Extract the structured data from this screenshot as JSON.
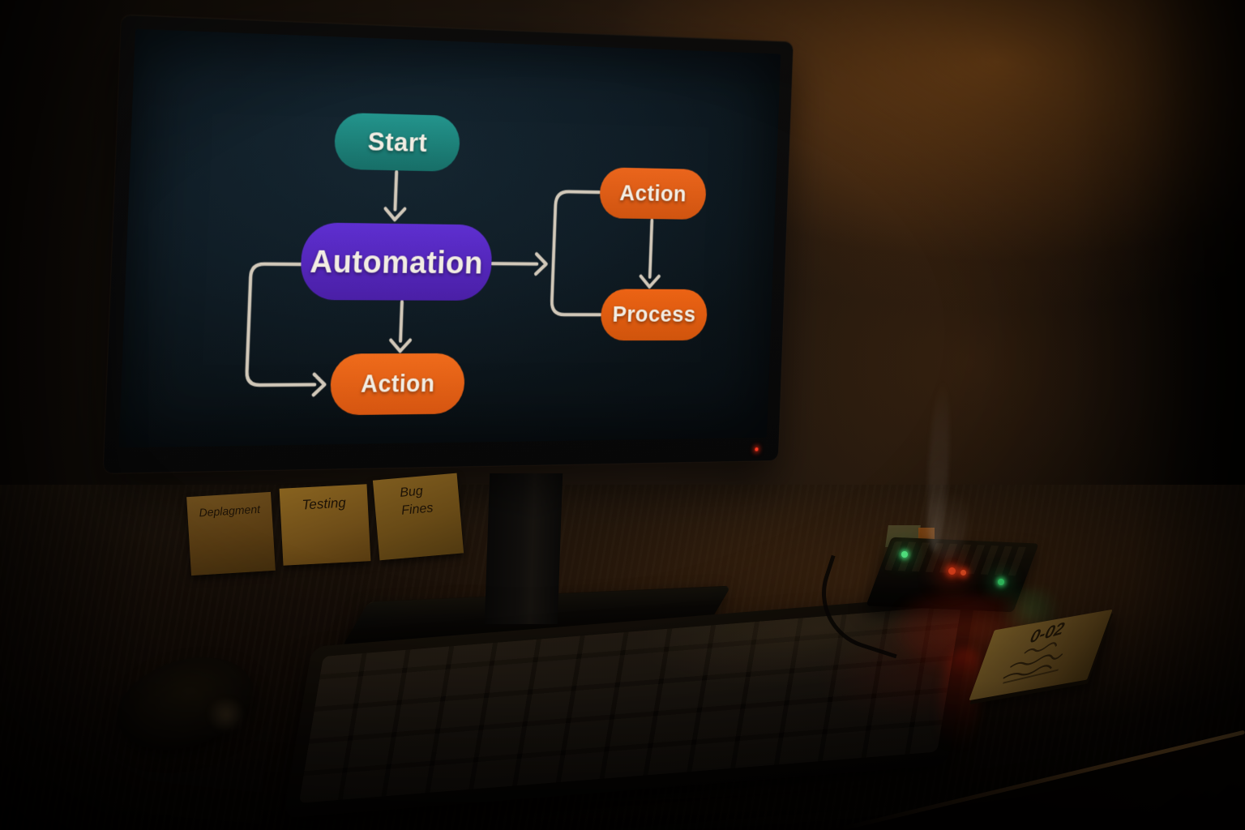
{
  "flowchart": {
    "type": "flowchart",
    "connector_color": "#d9cfbf",
    "nodes": [
      {
        "id": "start",
        "label": "Start",
        "color": "#1f837a"
      },
      {
        "id": "automation",
        "label": "Automation",
        "color": "#5428bd"
      },
      {
        "id": "action_loop",
        "label": "Action",
        "color": "#e56317"
      },
      {
        "id": "action_branch",
        "label": "Action",
        "color": "#e2611a"
      },
      {
        "id": "process",
        "label": "Process",
        "color": "#e55f10"
      }
    ],
    "edges": [
      {
        "from": "start",
        "to": "automation",
        "style": "arrow-down"
      },
      {
        "from": "automation",
        "to": "action_loop",
        "style": "arrow-down"
      },
      {
        "from": "automation",
        "to": "action_loop",
        "style": "left-loop-arrow"
      },
      {
        "from": "automation",
        "to": "branch-split",
        "style": "arrow-right"
      },
      {
        "from": "branch-split",
        "to": "action_branch",
        "style": "curve"
      },
      {
        "from": "branch-split",
        "to": "process",
        "style": "curve"
      },
      {
        "from": "action_branch",
        "to": "process",
        "style": "arrow-down"
      }
    ]
  },
  "bezel_notes": [
    {
      "text": "Deplagment"
    },
    {
      "text": "Testing"
    },
    {
      "text": "Bug Fines"
    }
  ],
  "desk_note": {
    "line1": "0-02"
  },
  "device": {
    "leds": [
      {
        "color": "green"
      },
      {
        "color": "red"
      },
      {
        "color": "red"
      },
      {
        "color": "green"
      }
    ]
  },
  "monitor": {
    "power_led_color": "#ff3a22"
  }
}
